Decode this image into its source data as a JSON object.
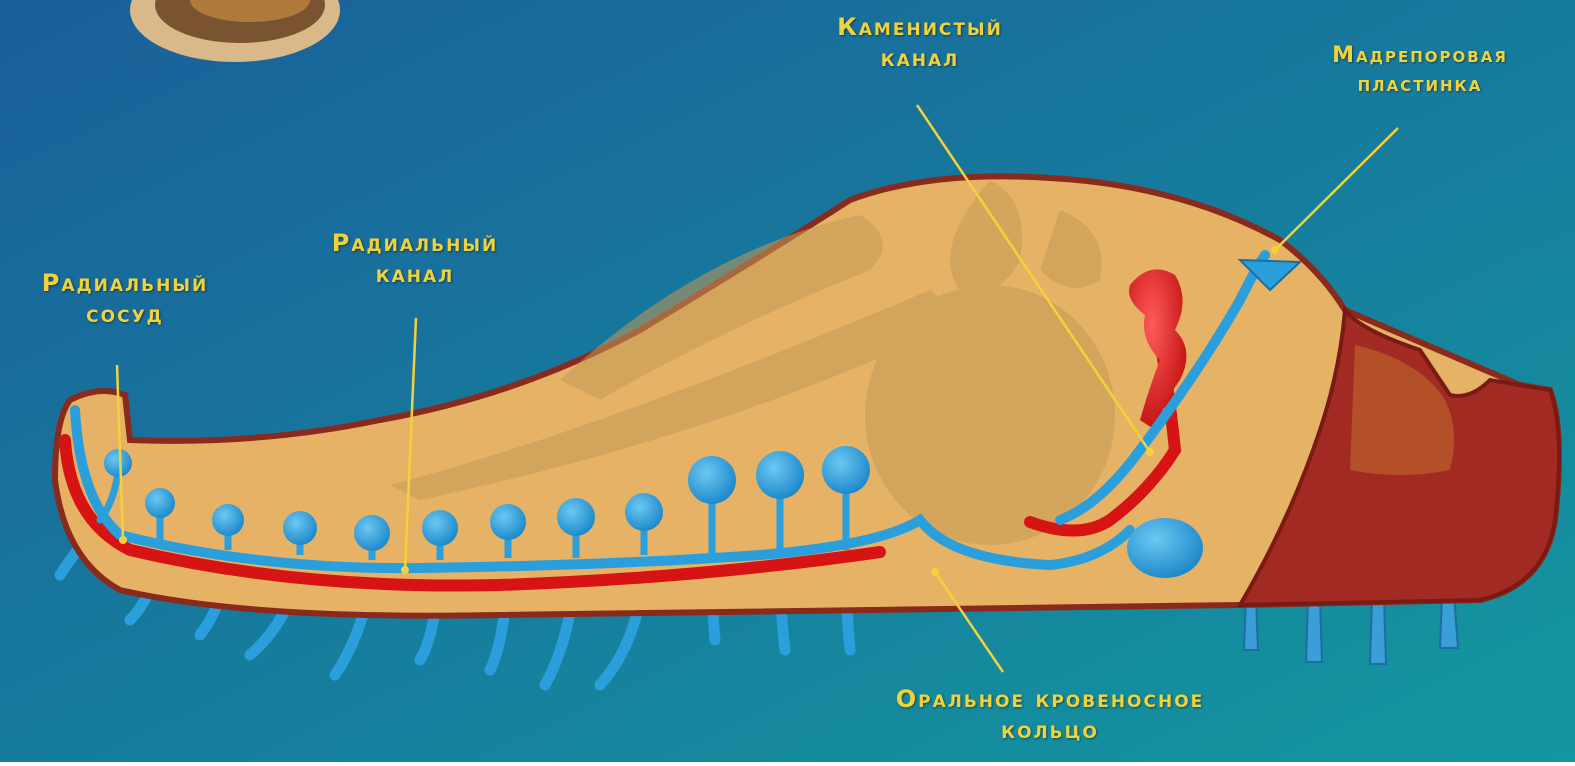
{
  "labels": {
    "stone_canal": {
      "line1": "Каменистый",
      "line2": "канал"
    },
    "madreporite": {
      "line1": "Мадрепоровая",
      "line2": "пластинка"
    },
    "radial_vessel": {
      "line1": "Радиальный",
      "line2": "сосуд"
    },
    "radial_canal": {
      "line1": "Радиальный",
      "line2": "канал"
    },
    "oral_blood_ring": {
      "line1": "Оральное кровеносное",
      "line2": "кольцо"
    }
  },
  "colors": {
    "background_top": "#1a6f9e",
    "background_bottom": "#128f9c",
    "body": "#e8b46a",
    "body_outline": "#8b2a1a",
    "water_vascular": "#2a9fdc",
    "blood_vessel": "#d81818",
    "label": "#f2d23a",
    "pointer": "#f2d23a"
  }
}
